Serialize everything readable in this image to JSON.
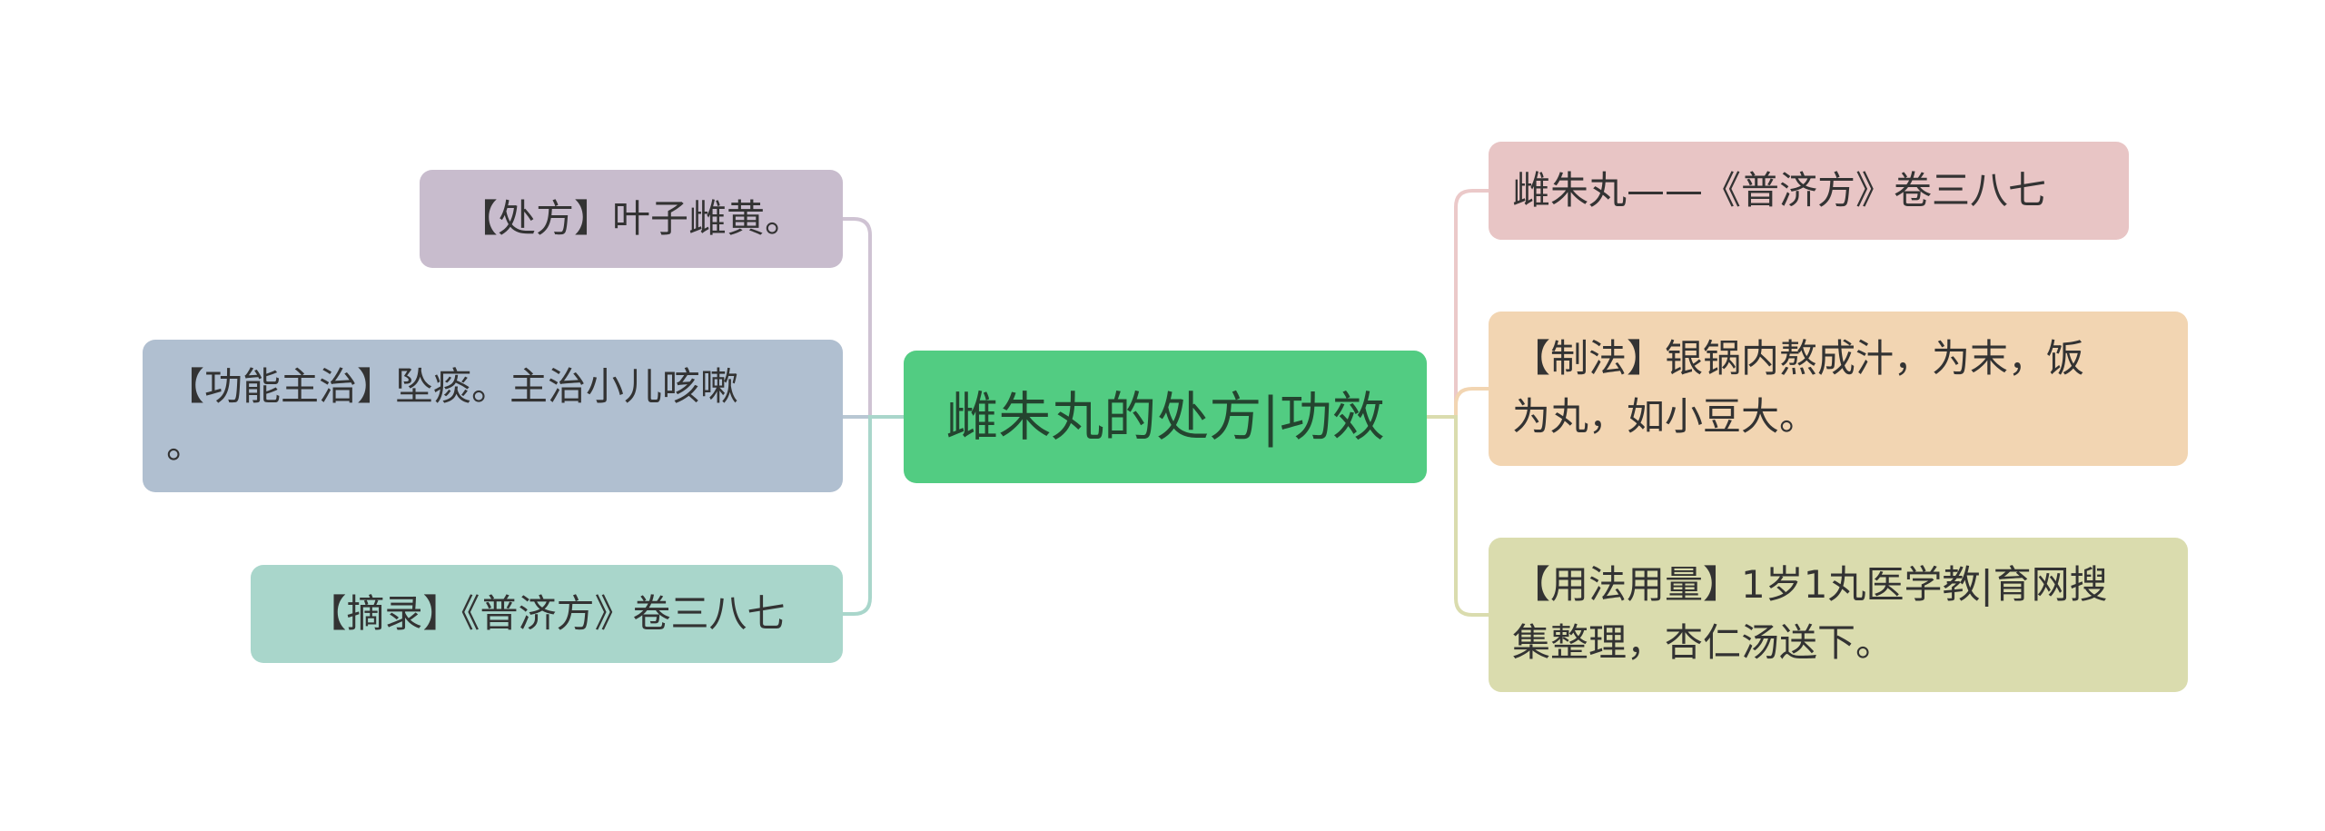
{
  "diagram": {
    "center": "雌朱丸的处方|功效",
    "left": [
      {
        "id": "prescription",
        "text": "【处方】叶子雌黄。",
        "color": "#c8bccd",
        "line": "#cfc3d3"
      },
      {
        "id": "function",
        "text": "【功能主治】坠痰。主治小儿咳嗽\n。",
        "color": "#b0bfd0",
        "line": "#b8c7d3"
      },
      {
        "id": "excerpt",
        "text": "【摘录】《普济方》卷三八七",
        "color": "#a9d6cb",
        "line": "#a9d6cb"
      }
    ],
    "right": [
      {
        "id": "source",
        "text": "雌朱丸——《普济方》卷三八七",
        "color": "#e8c5c5",
        "line": "#ebc9c9"
      },
      {
        "id": "preparation",
        "text": "【制法】银锅内熬成汁，为末，饭\n为丸，如小豆大。",
        "color": "#f2d5b2",
        "line": "#f2d5b2"
      },
      {
        "id": "usage",
        "text": "【用法用量】1岁1丸医学教|育网搜\n集整理，杏仁汤送下。",
        "color": "#dadcae",
        "line": "#dadcae"
      }
    ]
  }
}
